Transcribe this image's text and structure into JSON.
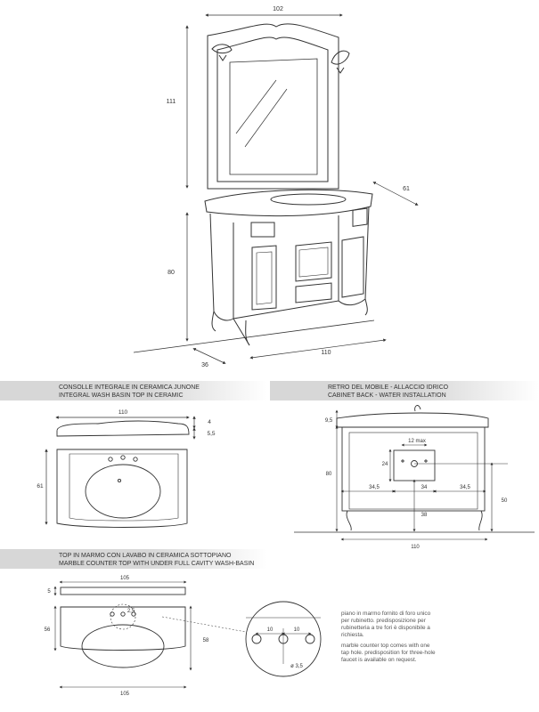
{
  "top": {
    "dims": {
      "width": "102",
      "mirror_height": "111",
      "depth": "61",
      "cabinet_height": "80",
      "side_depth": "36",
      "base_width": "110"
    }
  },
  "consolle": {
    "title_it": "CONSOLLE INTEGRALE IN CERAMICA JUNONE",
    "title_en": "INTEGRAL WASH BASIN TOP IN CERAMIC",
    "dims": {
      "width": "110",
      "thickness_a": "4",
      "thickness_b": "5,5",
      "depth": "61"
    }
  },
  "retro": {
    "title_it": "RETRO DEL MOBILE - ALLACCIO IDRICO",
    "title_en": "CABINET BACK - WATER INSTALLATION",
    "dims": {
      "top_offset": "9,5",
      "box_width": "12 max",
      "box_height": "24",
      "height": "80",
      "left": "34,5",
      "center": "34",
      "right": "34,5",
      "floor": "38",
      "drain": "50",
      "width": "110"
    }
  },
  "marmo": {
    "title_it": "TOP IN MARMO CON LAVABO IN CERAMICA SOTTOPIANO",
    "title_en": "MARBLE COUNTER TOP WITH UNDER FULL CAVITY WASH-BASIN",
    "dims": {
      "width_top": "105",
      "thickness": "5",
      "depth": "56",
      "hole_spacing": "2,5",
      "basin_depth": "58",
      "width_bottom": "105",
      "hole_a": "10",
      "hole_b": "10",
      "hole_diameter": "ø 3,5"
    },
    "note_it": "piano in marmo fornito di foro unico per rubinetto. predisposizione per rubinetteria a tre fori è disponibile a richiesta.",
    "note_en": "marble counter top comes with one tap hole. predisposition for three-hole faucet is available on request."
  }
}
